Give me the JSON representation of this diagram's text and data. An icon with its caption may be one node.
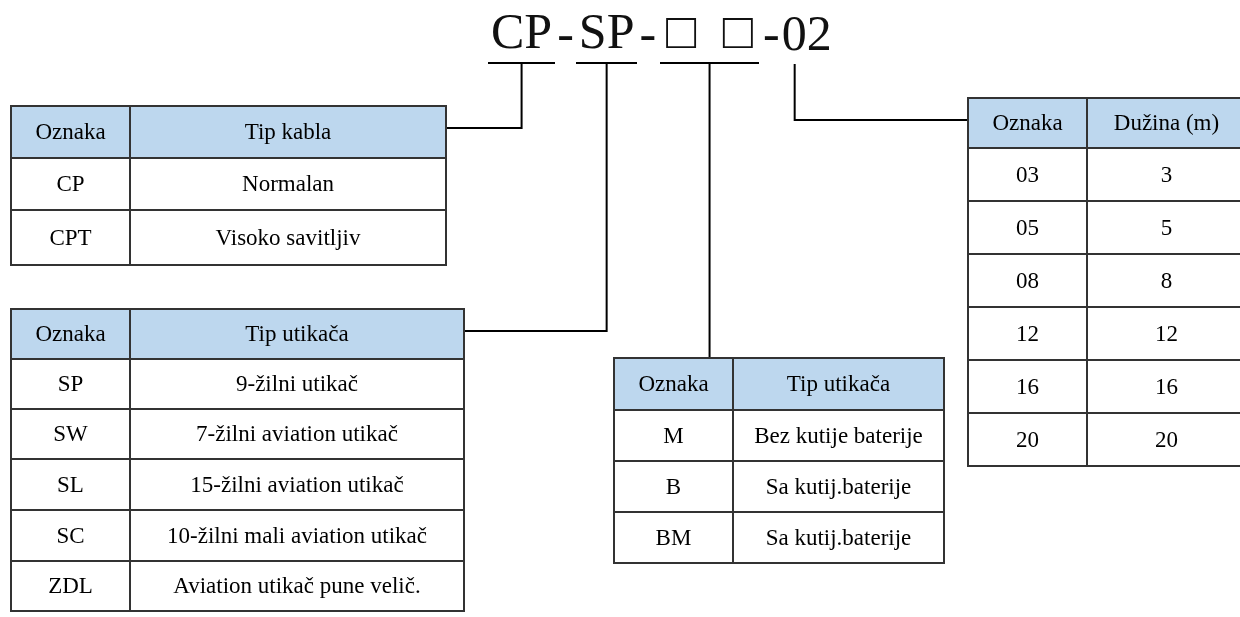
{
  "diagram": {
    "nodes": [
      {
        "text": [
          "CP"
        ]
      },
      {
        "text": [
          "SP"
        ]
      },
      {
        "text": [
          "□ □"
        ]
      },
      {
        "text": [
          "02"
        ]
      },
      {
        "text": [
          "Oznaka",
          "Tip kabla",
          "CP",
          "Normalan",
          "CPT",
          "Visoko savitljiv"
        ]
      },
      {
        "text": [
          "Oznaka",
          "Tip utikača",
          "SP",
          "9-žilni utikač",
          "SW",
          "7-žilni aviation utikač",
          "SL",
          "15-žilni aviation utikač",
          "SC",
          "10-žilni mali aviation utikač",
          "ZDL",
          "Aviation utikač pune velič."
        ]
      },
      {
        "text": [
          "Oznaka",
          "Tip utikača",
          "M",
          "Bez kutije baterije",
          "B",
          "Sa kutij.baterije",
          "BM",
          "Sa kutij.baterije"
        ]
      },
      {
        "text": [
          "Oznaka",
          "Dužina (m)",
          "03",
          "3",
          "05",
          "5",
          "08",
          "8",
          "12",
          "12",
          "16",
          "16",
          "20",
          "20"
        ]
      }
    ],
    "edges": [
      {
        "from": 0,
        "to": 4,
        "arrow": "none"
      },
      {
        "from": 1,
        "to": 5,
        "arrow": "none"
      },
      {
        "from": 2,
        "to": 6,
        "arrow": "none"
      },
      {
        "from": 3,
        "to": 7,
        "arrow": "none"
      }
    ],
    "labels": [
      "-",
      "-",
      "-"
    ]
  }
}
